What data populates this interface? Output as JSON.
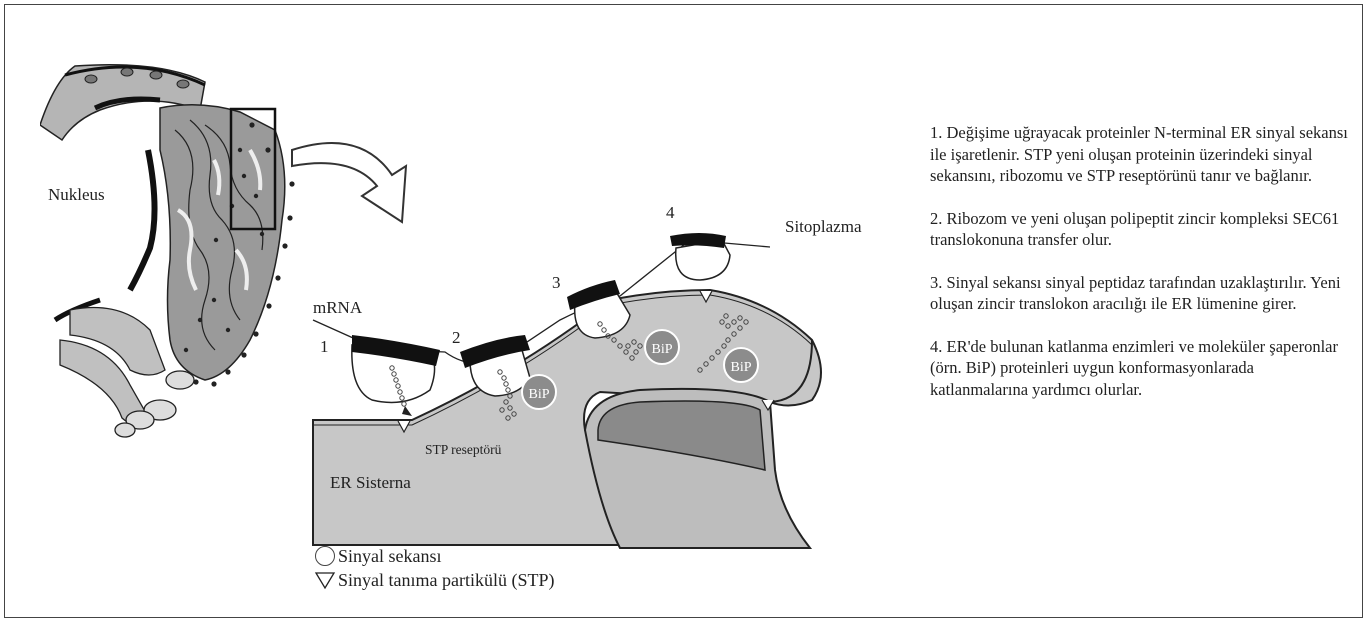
{
  "labels": {
    "nucleus": "Nukleus",
    "mrna": "mRNA",
    "cytoplasm": "Sitoplazma",
    "srp_receptor": "STP reseptörü",
    "er_cistern": "ER Sisterna",
    "step1": "1",
    "step2": "2",
    "step3": "3",
    "step4": "4",
    "bip": "BiP"
  },
  "legend": {
    "signal_sequence": "Sinyal sekansı",
    "srp": "Sinyal tanıma partikülü (STP)"
  },
  "steps": [
    {
      "text": "1. Değişime uğrayacak proteinler N-terminal ER sinyal sekansı ile işaretlenir. STP yeni oluşan proteinin üzerindeki sinyal sekansını, ribozomu ve STP reseptörünü tanır ve bağlanır."
    },
    {
      "text": "2. Ribozom ve yeni oluşan polipeptit zincir kompleksi SEC61 translokonuna transfer olur."
    },
    {
      "text": "3. Sinyal sekansı sinyal peptidaz tarafından uzaklaştırılır. Yeni oluşan zincir translokon aracılığı ile ER lümenine girer."
    },
    {
      "text": "4. ER'de bulunan katlanma enzimleri ve moleküler şaperonlar (örn. BiP) proteinleri uygun konformasyonlarada katlanmalarına yardımcı olurlar."
    }
  ],
  "colors": {
    "er_fill": "#c7c7c7",
    "er_dark": "#8a8a8a",
    "ink": "#1a1a1a",
    "bip_fill": "#8c8c8c"
  }
}
